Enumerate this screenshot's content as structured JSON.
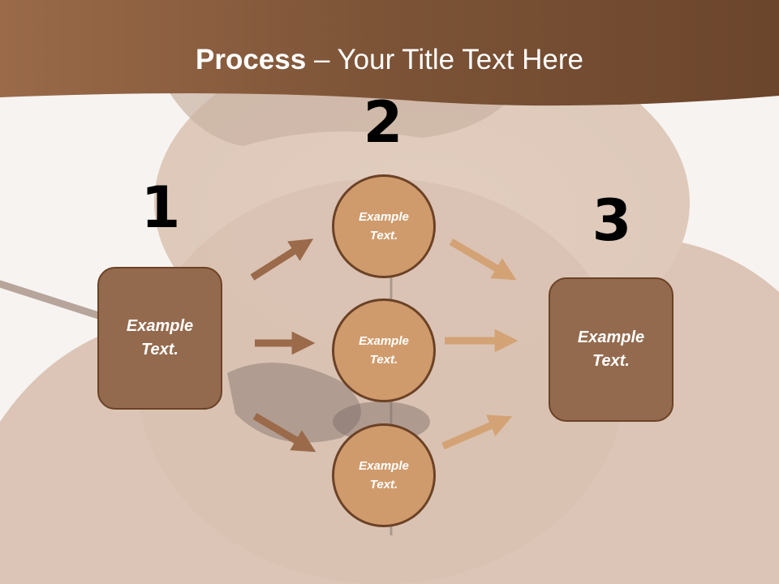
{
  "slide": {
    "title_bold": "Process",
    "title_rest": " – Your Title Text Here"
  },
  "steps": [
    {
      "number": "1",
      "text": "Example Text."
    },
    {
      "number": "2",
      "text": "Example Text."
    },
    {
      "number": "3",
      "text": "Example Text."
    }
  ],
  "middle_circles": [
    {
      "text": "Example Text."
    },
    {
      "text": "Example Text."
    },
    {
      "text": "Example Text."
    }
  ],
  "colors": {
    "header_brown": "#7c5336",
    "box_fill": "#946a4e",
    "circle_fill": "#d09b6c",
    "outline": "#6b4226",
    "arrow_left": "#9a6a4a",
    "arrow_right": "#d3a275"
  }
}
